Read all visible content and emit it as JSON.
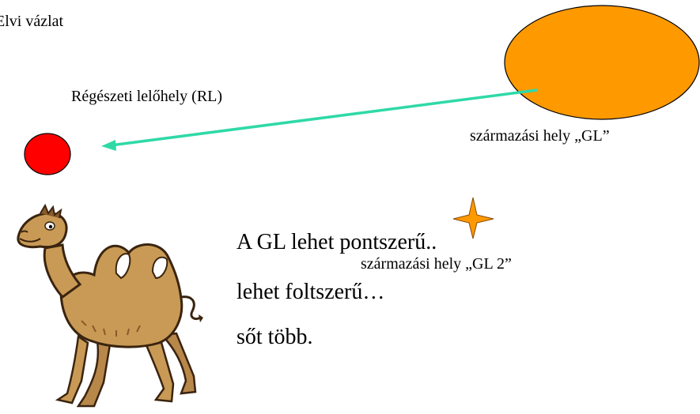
{
  "title": "Elvi vázlat",
  "labels": {
    "archaeological_site": "Régészeti lelőhely (RL)",
    "origin_gl": "származási hely „GL”",
    "origin_gl2": "származási hely „GL 2”"
  },
  "body_lines": [
    "A GL lehet pontszerű..",
    "lehet foltszerű…",
    "sőt több."
  ],
  "colors": {
    "site_marker": "#ff0000",
    "origin_area": "#ff9900",
    "arrow": "#2fd9a7",
    "star": "#ff9900",
    "camel": "#c99a55"
  },
  "icons": {
    "camel": "camel-illustration",
    "star": "four-point-star-icon"
  }
}
